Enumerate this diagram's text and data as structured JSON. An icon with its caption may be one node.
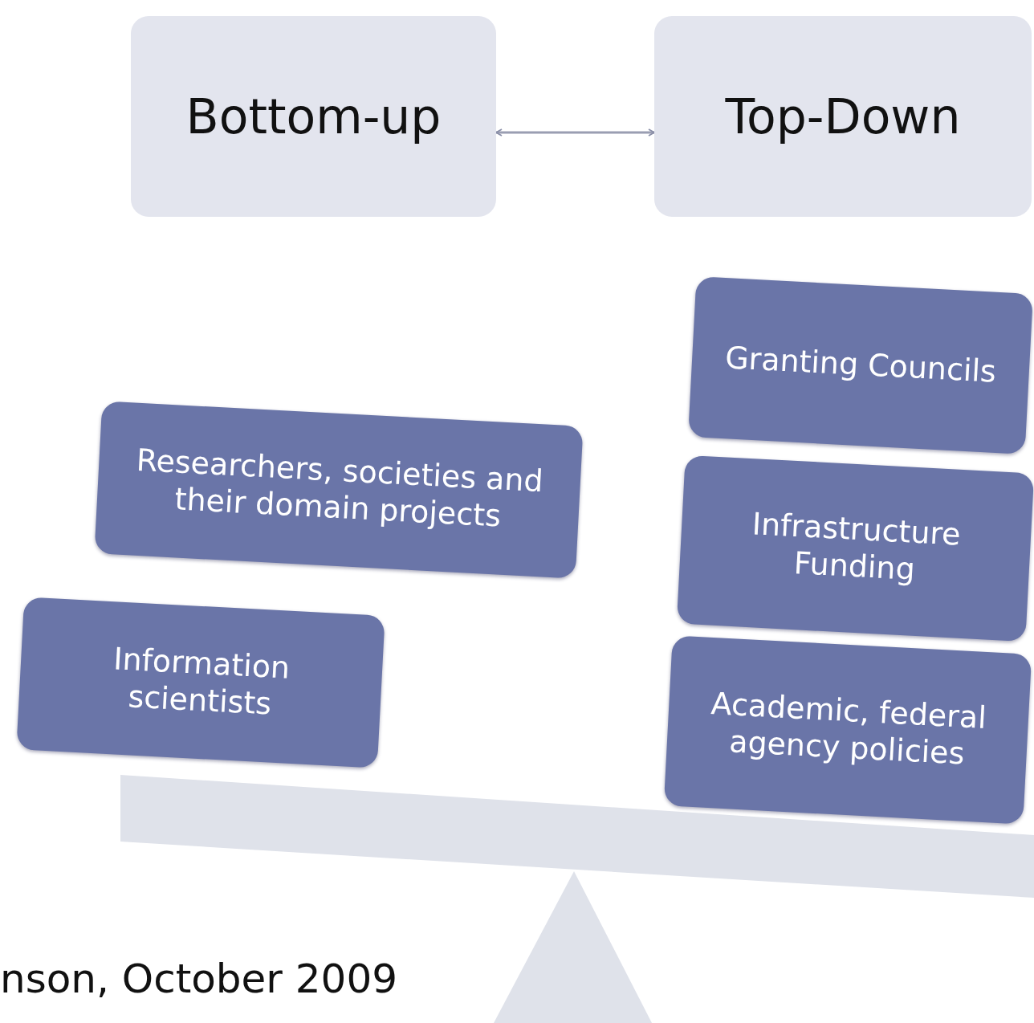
{
  "diagram": {
    "nodes": [
      {
        "text": [
          "Bottom-up"
        ]
      },
      {
        "text": [
          "Top-Down"
        ]
      },
      {
        "text": [
          "Researchers, societies and their domain projects"
        ]
      },
      {
        "text": [
          "Information scientists"
        ]
      },
      {
        "text": [
          "Granting Councils"
        ]
      },
      {
        "text": [
          "Infrastructure Funding"
        ]
      },
      {
        "text": [
          "Academic, federal agency policies"
        ]
      }
    ],
    "edges": [
      {
        "from": 0,
        "to": 1,
        "arrow": "both"
      }
    ],
    "labels": [
      "nson, October 2009"
    ]
  }
}
